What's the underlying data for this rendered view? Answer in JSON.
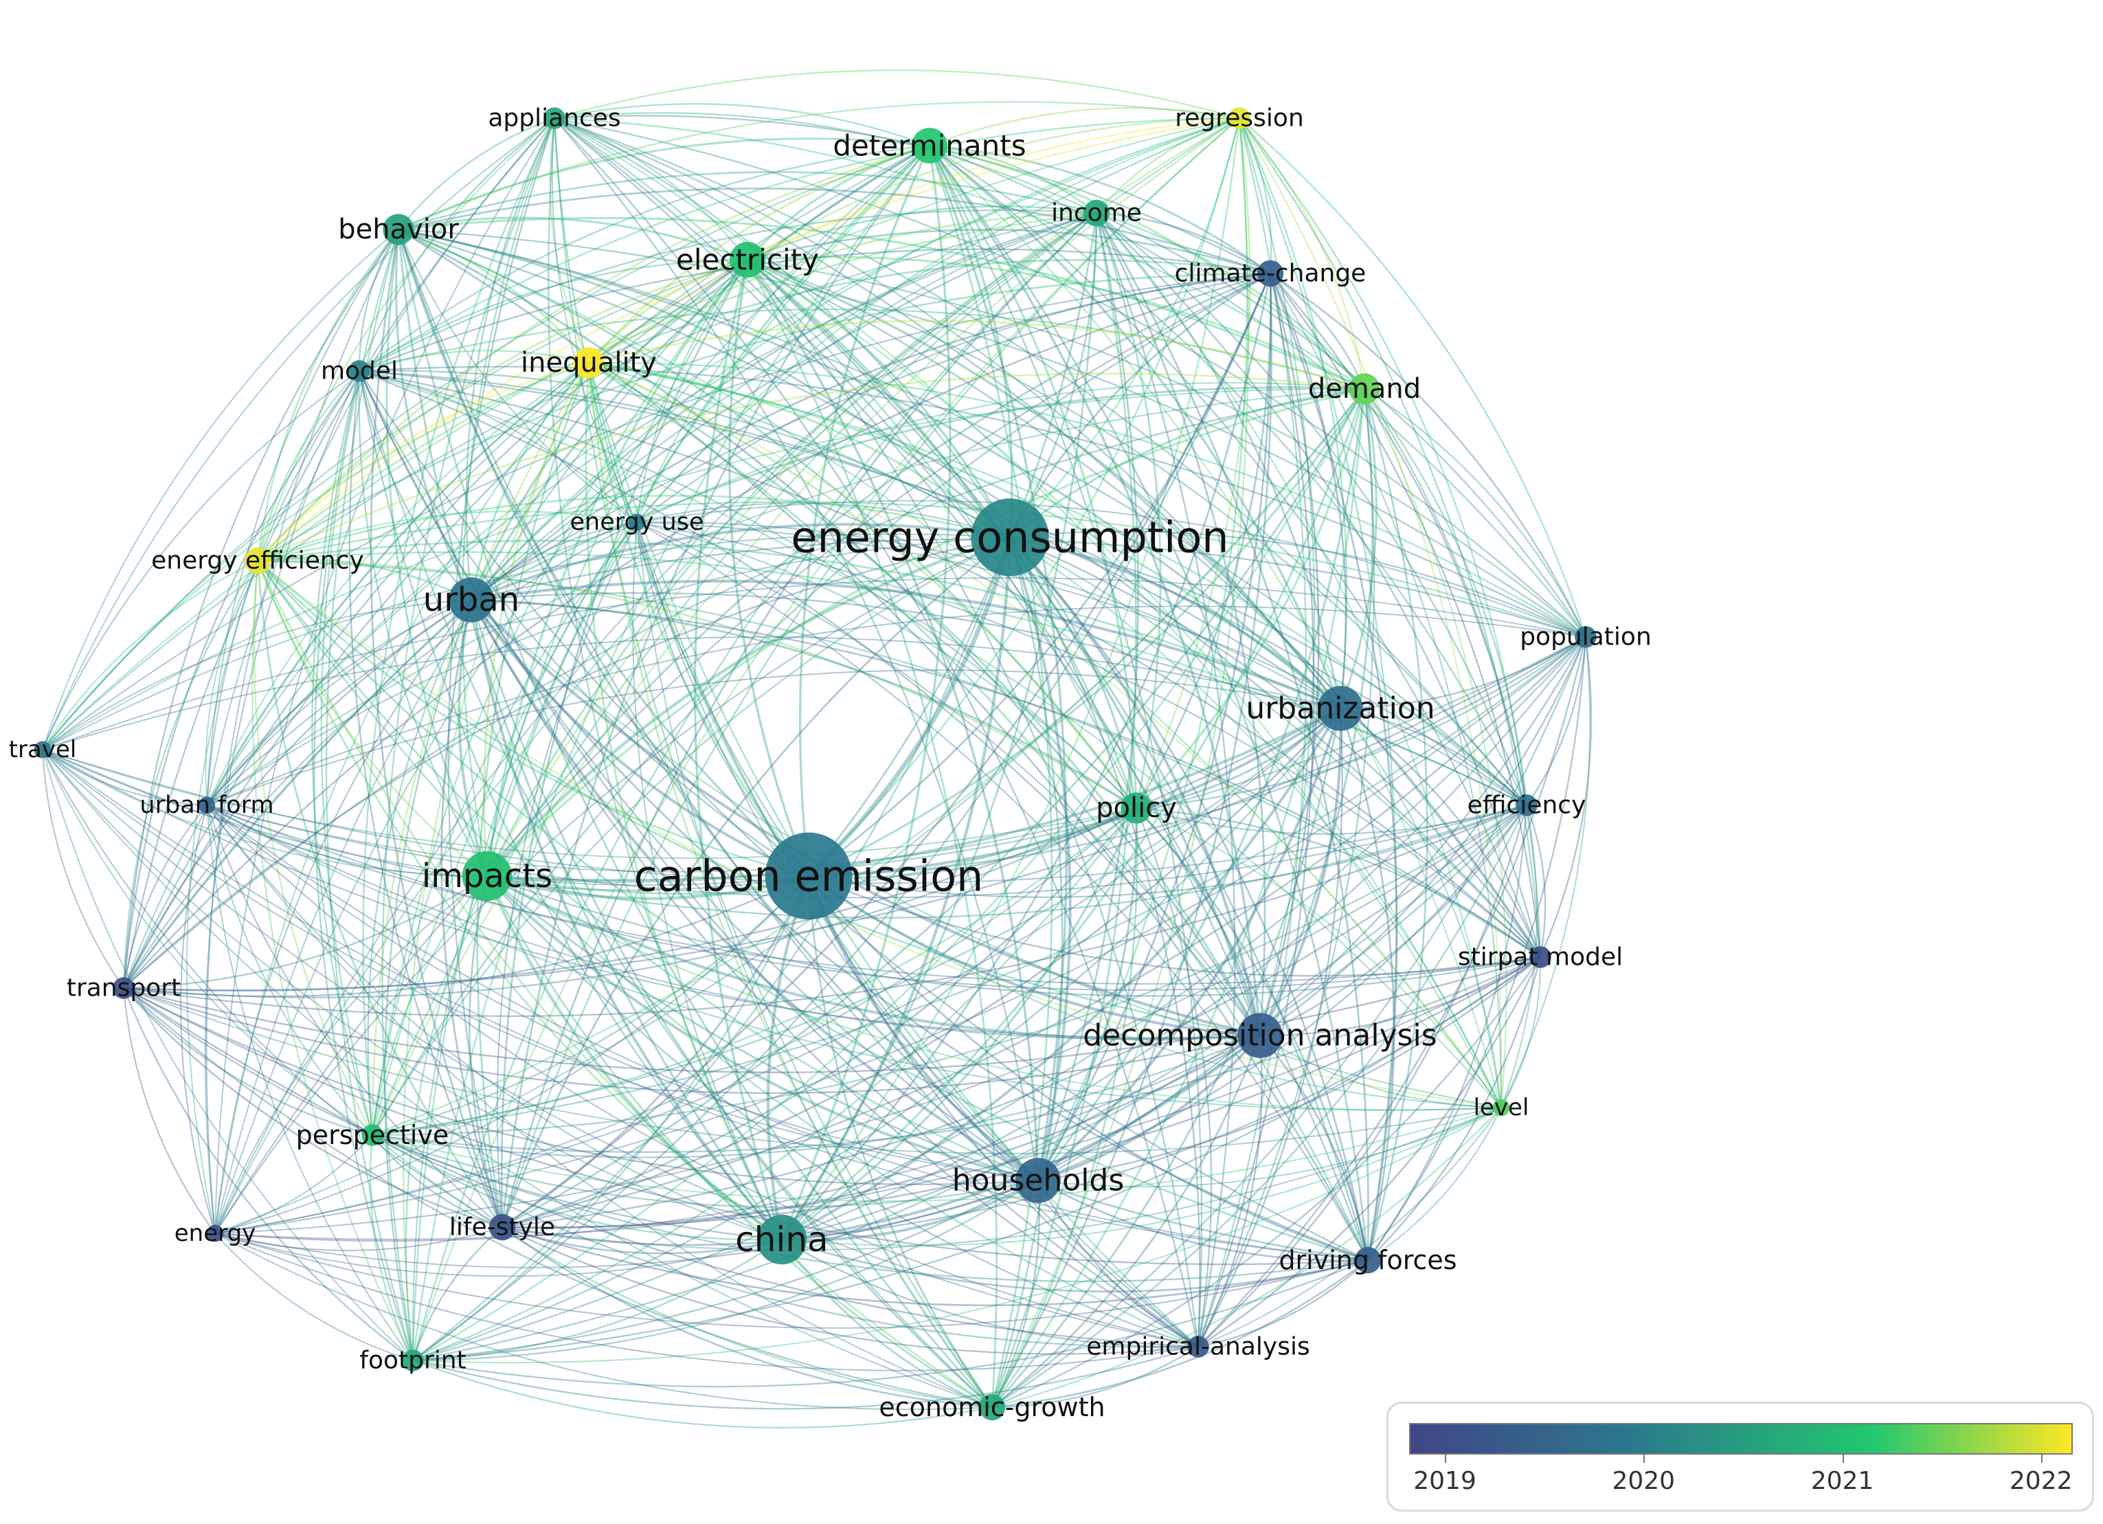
{
  "network": {
    "colors": {
      "y2019": "#414487",
      "y2020": "#2a788e",
      "y2021": "#22c76e",
      "y2022": "#fde725"
    },
    "nodes": [
      {
        "id": "appliances",
        "label": "appliances",
        "year": 2020.6,
        "weight": 2
      },
      {
        "id": "determinants",
        "label": "determinants",
        "year": 2021.0,
        "weight": 5
      },
      {
        "id": "regression",
        "label": "regression",
        "year": 2021.9,
        "weight": 2
      },
      {
        "id": "behavior",
        "label": "behavior",
        "year": 2020.5,
        "weight": 4
      },
      {
        "id": "electricity",
        "label": "electricity",
        "year": 2020.9,
        "weight": 5
      },
      {
        "id": "income",
        "label": "income",
        "year": 2020.6,
        "weight": 3
      },
      {
        "id": "climate-change",
        "label": "climate-change",
        "year": 2019.5,
        "weight": 3
      },
      {
        "id": "model",
        "label": "model",
        "year": 2020.1,
        "weight": 2
      },
      {
        "id": "inequality",
        "label": "inequality",
        "year": 2022.0,
        "weight": 4
      },
      {
        "id": "demand",
        "label": "demand",
        "year": 2021.3,
        "weight": 4
      },
      {
        "id": "energy-use",
        "label": "energy use",
        "year": 2020.0,
        "weight": 1
      },
      {
        "id": "energy-consumption",
        "label": "energy consumption",
        "year": 2020.2,
        "weight": 14
      },
      {
        "id": "energy-efficiency",
        "label": "energy efficiency",
        "year": 2021.9,
        "weight": 3
      },
      {
        "id": "urban",
        "label": "urban",
        "year": 2019.9,
        "weight": 7
      },
      {
        "id": "population",
        "label": "population",
        "year": 2019.8,
        "weight": 2
      },
      {
        "id": "urbanization",
        "label": "urbanization",
        "year": 2019.8,
        "weight": 7
      },
      {
        "id": "travel",
        "label": "travel",
        "year": 2019.9,
        "weight": 1
      },
      {
        "id": "urban-form",
        "label": "urban form",
        "year": 2019.6,
        "weight": 1
      },
      {
        "id": "policy",
        "label": "policy",
        "year": 2020.7,
        "weight": 4
      },
      {
        "id": "efficiency",
        "label": "efficiency",
        "year": 2019.8,
        "weight": 2
      },
      {
        "id": "impacts",
        "label": "impacts",
        "year": 2020.9,
        "weight": 8
      },
      {
        "id": "carbon-emission",
        "label": "carbon emission",
        "year": 2020.0,
        "weight": 16
      },
      {
        "id": "transport",
        "label": "transport",
        "year": 2019.2,
        "weight": 2
      },
      {
        "id": "stirpat-model",
        "label": "stirpat model",
        "year": 2019.2,
        "weight": 2
      },
      {
        "id": "decomposition-analysis",
        "label": "decomposition analysis",
        "year": 2019.5,
        "weight": 7
      },
      {
        "id": "level",
        "label": "level",
        "year": 2021.2,
        "weight": 1
      },
      {
        "id": "perspective",
        "label": "perspective",
        "year": 2020.9,
        "weight": 2
      },
      {
        "id": "households",
        "label": "households",
        "year": 2019.7,
        "weight": 7
      },
      {
        "id": "energy",
        "label": "energy",
        "year": 2019.2,
        "weight": 1
      },
      {
        "id": "life-style",
        "label": "life-style",
        "year": 2019.3,
        "weight": 3
      },
      {
        "id": "china",
        "label": "china",
        "year": 2020.3,
        "weight": 8
      },
      {
        "id": "driving-forces",
        "label": "driving forces",
        "year": 2019.5,
        "weight": 3
      },
      {
        "id": "empirical-analysis",
        "label": "empirical-analysis",
        "year": 2019.4,
        "weight": 2
      },
      {
        "id": "footprint",
        "label": "footprint",
        "year": 2020.6,
        "weight": 2
      },
      {
        "id": "economic-growth",
        "label": "economic-growth",
        "year": 2020.6,
        "weight": 3
      }
    ]
  },
  "legend": {
    "ticks": [
      {
        "label": "2019",
        "value": 2019
      },
      {
        "label": "2020",
        "value": 2020
      },
      {
        "label": "2021",
        "value": 2021
      },
      {
        "label": "2022",
        "value": 2022
      }
    ]
  }
}
